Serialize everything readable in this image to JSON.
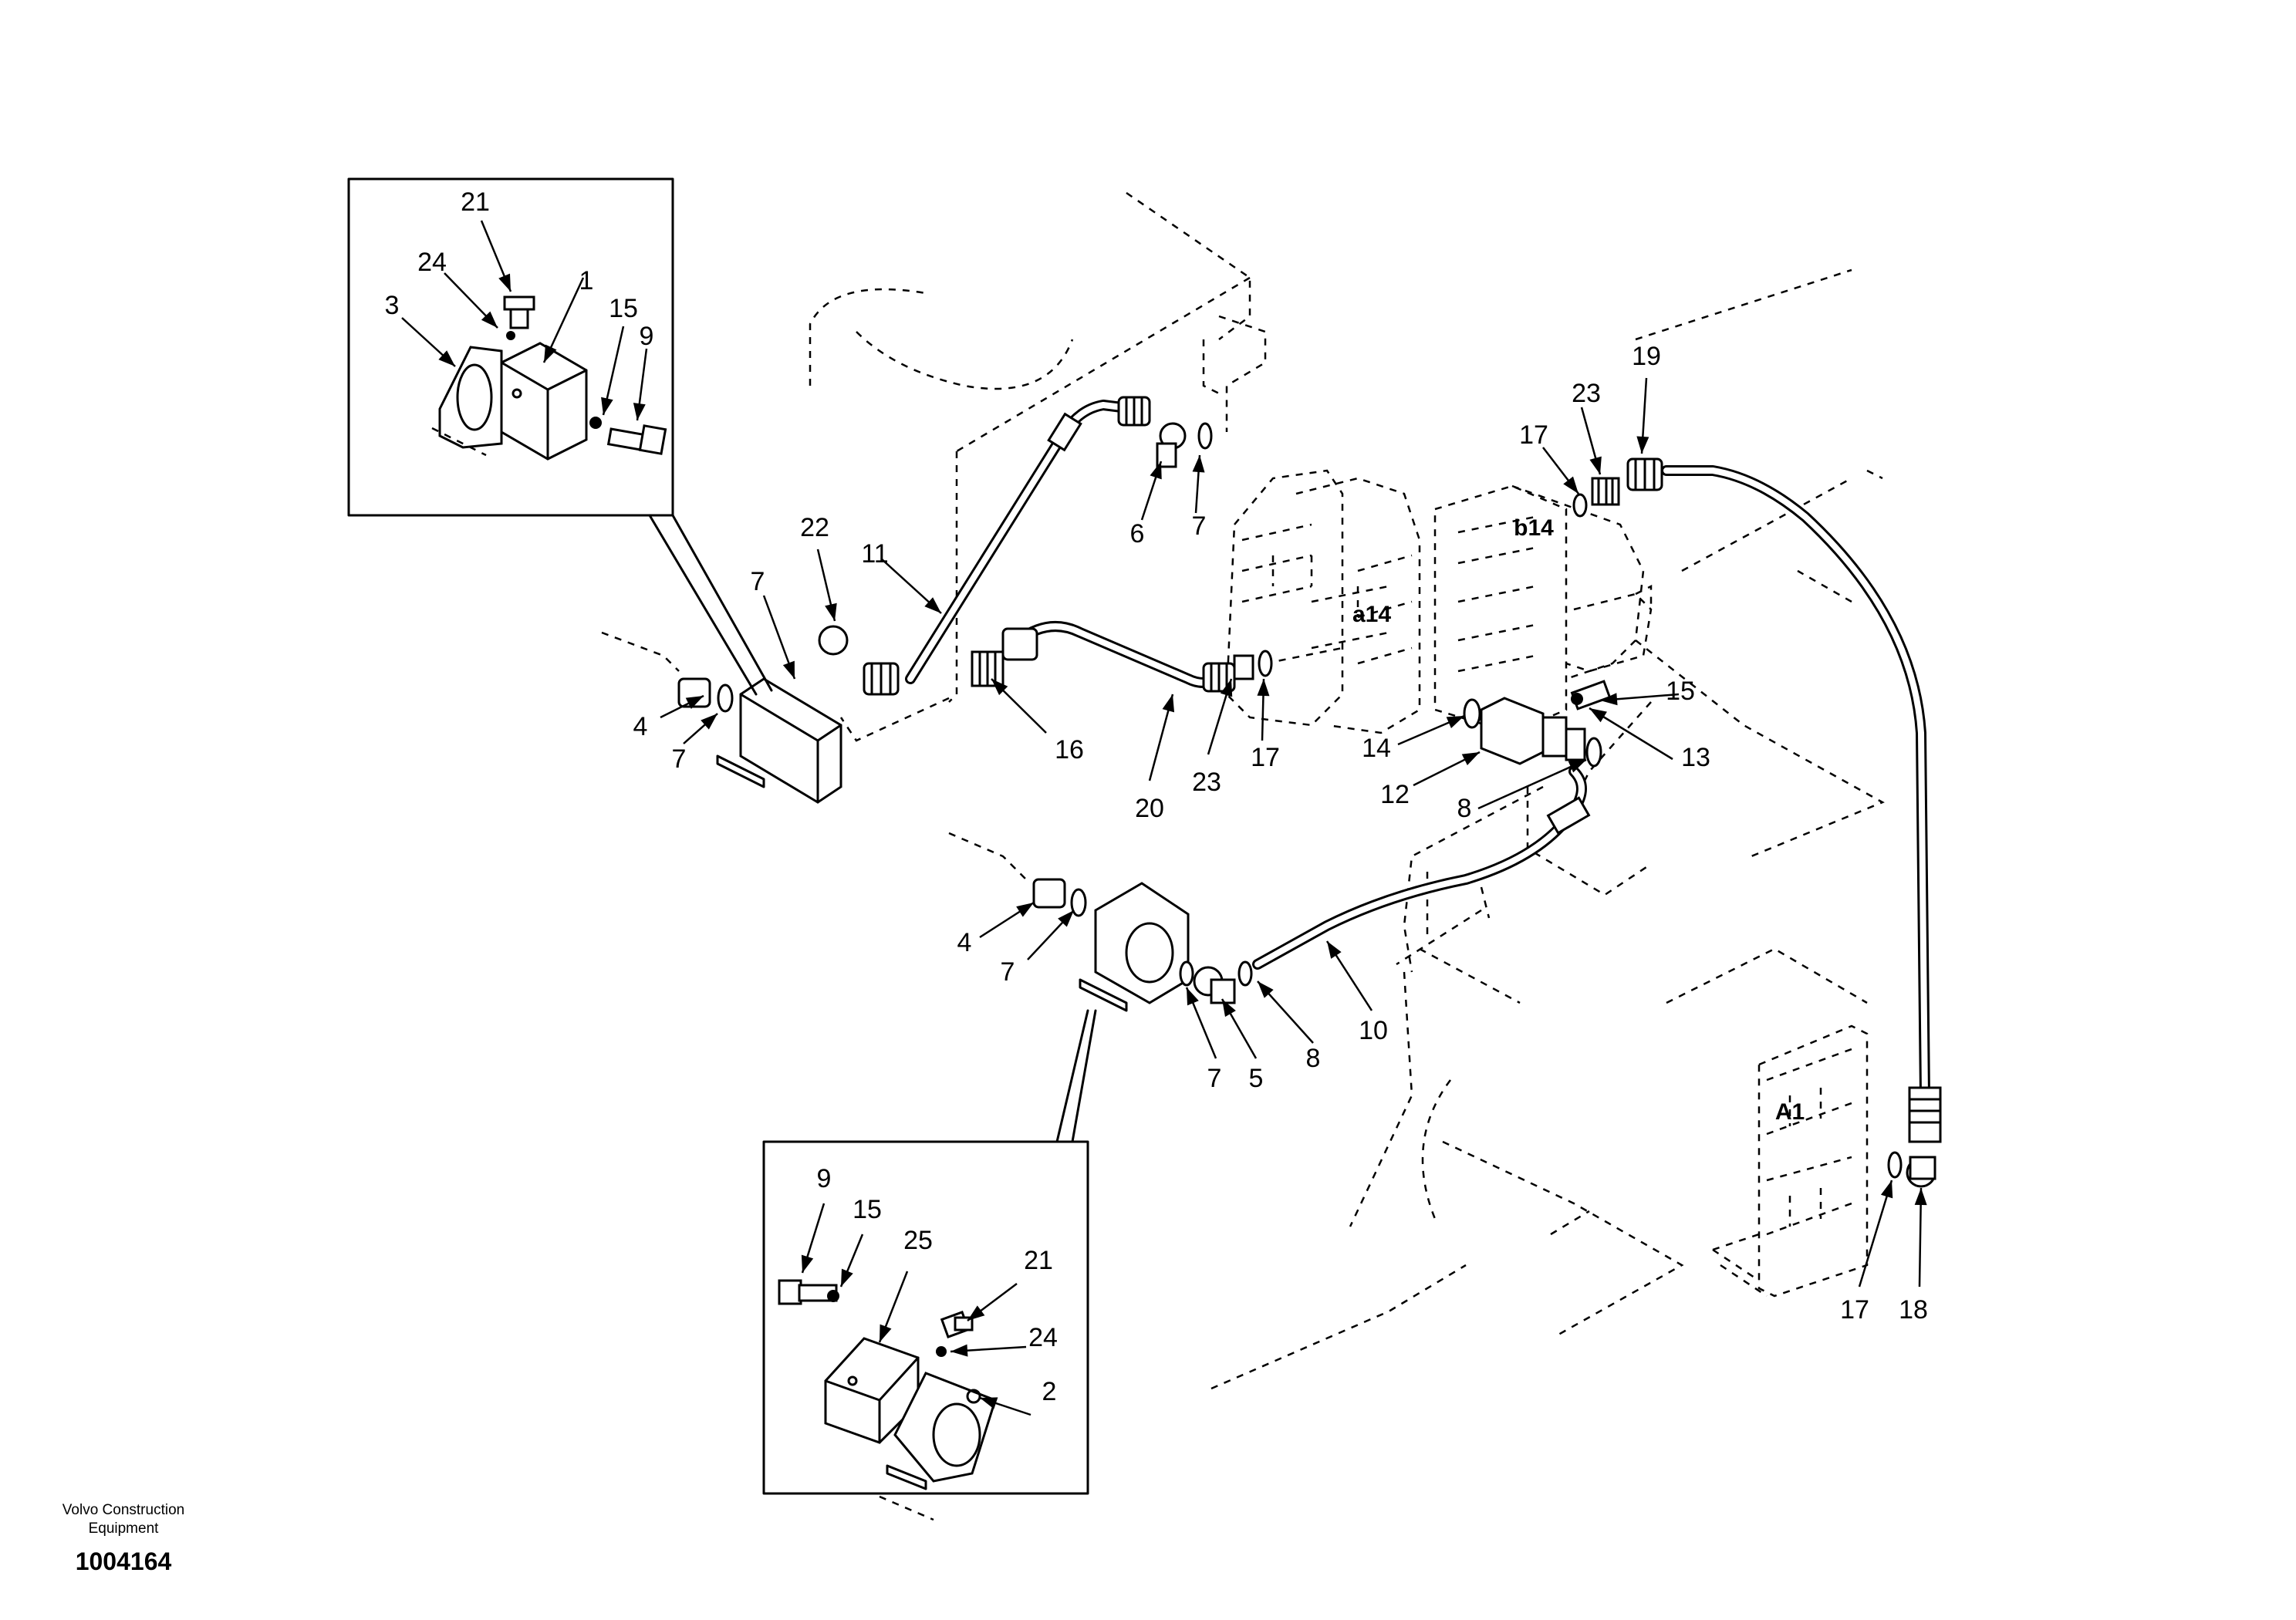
{
  "footer": {
    "brand_lines": [
      "Volvo Construction",
      "Equipment"
    ],
    "drawing_number": "1004164"
  },
  "port_labels": [
    "b14",
    "a14",
    "A1"
  ],
  "part_labels": [
    {
      "id": "lbl-21-top",
      "text": "21"
    },
    {
      "id": "lbl-24-top",
      "text": "24"
    },
    {
      "id": "lbl-1",
      "text": "1"
    },
    {
      "id": "lbl-3",
      "text": "3"
    },
    {
      "id": "lbl-15-top",
      "text": "15"
    },
    {
      "id": "lbl-9-top",
      "text": "9"
    },
    {
      "id": "lbl-22",
      "text": "22"
    },
    {
      "id": "lbl-11",
      "text": "11"
    },
    {
      "id": "lbl-7-a",
      "text": "7"
    },
    {
      "id": "lbl-6",
      "text": "6"
    },
    {
      "id": "lbl-7-b",
      "text": "7"
    },
    {
      "id": "lbl-4-a",
      "text": "4"
    },
    {
      "id": "lbl-7-c",
      "text": "7"
    },
    {
      "id": "lbl-16",
      "text": "16"
    },
    {
      "id": "lbl-20",
      "text": "20"
    },
    {
      "id": "lbl-23-a",
      "text": "23"
    },
    {
      "id": "lbl-17-a",
      "text": "17"
    },
    {
      "id": "lbl-17-b",
      "text": "17"
    },
    {
      "id": "lbl-23-b",
      "text": "23"
    },
    {
      "id": "lbl-19",
      "text": "19"
    },
    {
      "id": "lbl-14",
      "text": "14"
    },
    {
      "id": "lbl-12",
      "text": "12"
    },
    {
      "id": "lbl-15-mid",
      "text": "15"
    },
    {
      "id": "lbl-13",
      "text": "13"
    },
    {
      "id": "lbl-8-a",
      "text": "8"
    },
    {
      "id": "lbl-4-b",
      "text": "4"
    },
    {
      "id": "lbl-7-d",
      "text": "7"
    },
    {
      "id": "lbl-10",
      "text": "10"
    },
    {
      "id": "lbl-7-e",
      "text": "7"
    },
    {
      "id": "lbl-5",
      "text": "5"
    },
    {
      "id": "lbl-8-b",
      "text": "8"
    },
    {
      "id": "lbl-9-bot",
      "text": "9"
    },
    {
      "id": "lbl-15-bot",
      "text": "15"
    },
    {
      "id": "lbl-25",
      "text": "25"
    },
    {
      "id": "lbl-21-bot",
      "text": "21"
    },
    {
      "id": "lbl-24-bot",
      "text": "24"
    },
    {
      "id": "lbl-2",
      "text": "2"
    },
    {
      "id": "lbl-17-c",
      "text": "17"
    },
    {
      "id": "lbl-18",
      "text": "18"
    }
  ]
}
